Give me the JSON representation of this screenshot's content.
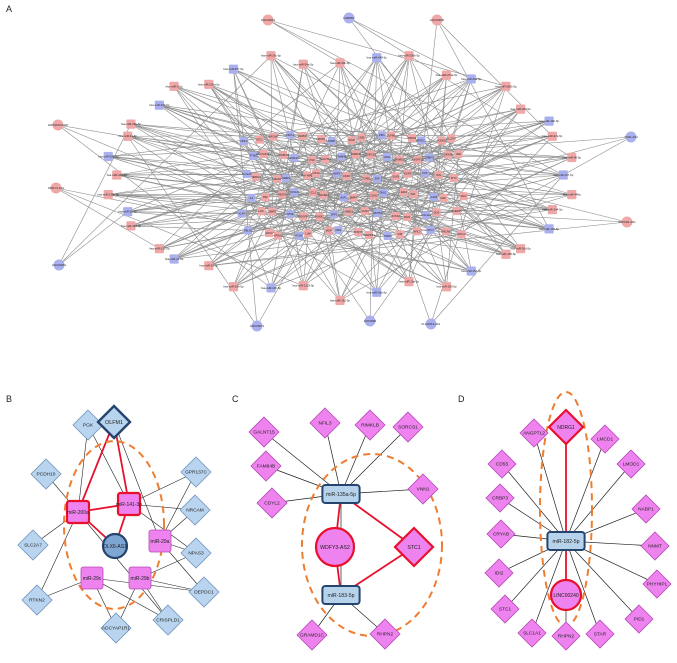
{
  "panels": {
    "a": "A",
    "b": "B",
    "c": "C",
    "d": "D"
  },
  "panelA": {
    "outer_top": [
      "LINC00261",
      "FAM66C",
      "LINC00240"
    ],
    "outer_left": [
      "AMOSKO1441P",
      "WDFY3-AS2"
    ],
    "outer_right": [
      "TCRL-AS1",
      "SAPCD1-AS1"
    ],
    "outer_bottom": [
      "LINC00261",
      "LINC00671",
      "HOTAIRD",
      "FLJ22313-AS1"
    ],
    "mirnas": [
      "hsa-miR-30b-5p",
      "hsa-miR-448-5p",
      "hsa-miR-200b-5p",
      "hsa-miR-374a-5p",
      "hsa-miR-29a-5p",
      "hsa-miR-200b-5p",
      "hsa-miR-363-5p",
      "hsa-miR-10b-5p",
      "hsa-miR-27a-5p",
      "hsa-miR-96-5p",
      "hsa-miR-137-5p",
      "hsa-miR-449a",
      "hsa-miR-144-5p",
      "hsa-miR-145-5p",
      "hsa-miR-30d-5p",
      "hsa-miR-135-5p",
      "hsa-miR-152-5p",
      "hsa-miR-190-5p",
      "hsa-miR-10a-5p",
      "hsa-miR-26a-5p",
      "hsa-miR-182-5p",
      "hsa-miR-1225-5p",
      "hsa-miR-100-5p",
      "hsa-miR-296-5p",
      "hsa-miR-15-5p",
      "hsa-miR-21-5p",
      "hsa-miR-133-5p",
      "hsa-miR-183-5p",
      "hsa-miR-20-5p",
      "hsa-miR-135b-5p",
      "hsa-miR-424-5p",
      "hsa-miR-203-5p",
      "hsa-miR-31-5p",
      "hsa-miR-29b-5p",
      "hsa-miR-429-5p",
      "hsa-miR-9-5p",
      "hsa-miR-200a-5p",
      "hsa-miR-877-5p",
      "hsa-miR-29c-5p",
      "hsa-miR-34a-5p"
    ],
    "genes": [
      "NFIL3",
      "STC1",
      "NRCAM",
      "CDYL2",
      "RHPN2",
      "LMOD1",
      "NNMT",
      "STAR",
      "CD55",
      "PID1",
      "OLFM1",
      "NPAS3",
      "DEPDC1",
      "PCDH10",
      "SLC2A7",
      "RTKN2",
      "ADCYAP1R1",
      "CRISPLD1",
      "GPR137C",
      "PGK",
      "GALNT15",
      "FAM84B",
      "RIMKLB",
      "SORCS1",
      "VNN1",
      "GRAMD1C",
      "ANGPTL2",
      "CRBP3",
      "CRYAB",
      "IDI2",
      "SLC1A1",
      "NDRG1",
      "LMCD1",
      "NABP1",
      "PHYHIPL",
      "KIF1A",
      "MAP2",
      "CD36",
      "TGFB2",
      "ZNF",
      "SOX9",
      "EGR2",
      "FOS",
      "JUN",
      "MYC",
      "IL6",
      "TNF",
      "VEGFA",
      "CXCL8",
      "CCL2",
      "ADAM12",
      "ALPL",
      "BMP4",
      "CDH2",
      "DKK1",
      "E2F1",
      "FN1",
      "GAS6",
      "HGF",
      "IGF2",
      "KLF4",
      "LOX",
      "MMP2",
      "NT5E",
      "PDGFB",
      "RUNX2",
      "SPP1",
      "THBS1",
      "VCAN",
      "WNT5A",
      "ACTA2",
      "BGN",
      "COL1A1",
      "DCN",
      "EFEMP1",
      "FBLN1",
      "GPC3",
      "HTRA1",
      "ITGA5",
      "LUM",
      "MGP",
      "NID1",
      "POSTN",
      "SERPINF1",
      "TIMP3",
      "VIM"
    ]
  },
  "panelB": {
    "mirnas": [
      "miR-200a",
      "miR-141-3p",
      "miR-29a",
      "miR-29c",
      "miR-29b"
    ],
    "lnc": "DLX6-AS1",
    "hub": "OLFM1",
    "genes": [
      "PGK",
      "GPR137C",
      "NRCAM",
      "PCDH10",
      "SLC2A7",
      "NPAS3",
      "RTKN2",
      "DEPDC1",
      "ADCYAP1R1",
      "CRISPLD1"
    ]
  },
  "panelC": {
    "mirnas": [
      "miR-135a-5p",
      "miR-183-5p"
    ],
    "lnc": "WDFY3-AS2",
    "hub": "STC1",
    "genes": [
      "GALNT15",
      "NFIL3",
      "RIMKLB",
      "SORCS1",
      "FAM84B",
      "VNN1",
      "CDYL2",
      "GRAMD1C",
      "RHPN2"
    ]
  },
  "panelD": {
    "mirna": "miR-182-5p",
    "lnc": "LINC00240",
    "hub": "NDRG1",
    "genes": [
      "ANGPTL2",
      "LMCD1",
      "CD55",
      "LMOD1",
      "CRBP3",
      "NABP1",
      "CRYAB",
      "NNMT",
      "IDI2",
      "PHYHIPL",
      "STC1",
      "PID1",
      "SLC1A1",
      "RHPN2",
      "STAR"
    ]
  },
  "colors": {
    "pink": "#f0a7a7",
    "blue": "#aab0ee",
    "light_blue": "#b9d4ee",
    "magenta": "#ee82ee",
    "red": "#e8112d",
    "dark_blue": "#26456e",
    "orange": "#ee7d31",
    "edge": "#8c8c8c",
    "mirna_blue": "#b7d3ec"
  }
}
